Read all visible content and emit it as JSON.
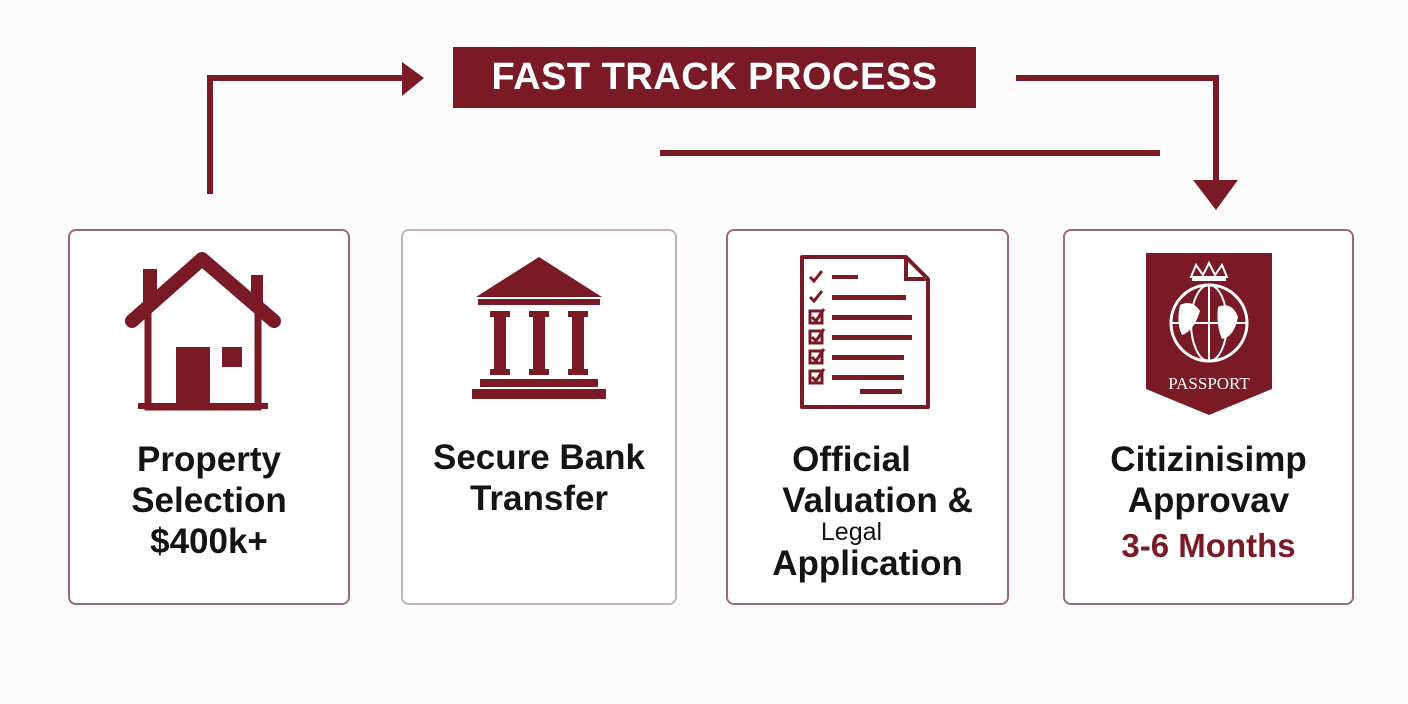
{
  "banner": {
    "title": "FAST TRACK PROCESS"
  },
  "colors": {
    "accent": "#7a1a27",
    "card_border": "#9a6a72",
    "text": "#141414"
  },
  "steps": [
    {
      "icon": "house-icon",
      "lines": [
        "Property",
        "Selection",
        "$400k+"
      ]
    },
    {
      "icon": "bank-icon",
      "lines": [
        "Secure Bank",
        "Transfer"
      ]
    },
    {
      "icon": "document-checklist-icon",
      "lines": [
        "Official",
        "Valuation &",
        "Legal",
        "Application"
      ]
    },
    {
      "icon": "passport-icon",
      "icon_text": "PASSPORT",
      "lines": [
        "Citizinisimp",
        "Approvav"
      ],
      "duration": "3-6 Months"
    }
  ]
}
